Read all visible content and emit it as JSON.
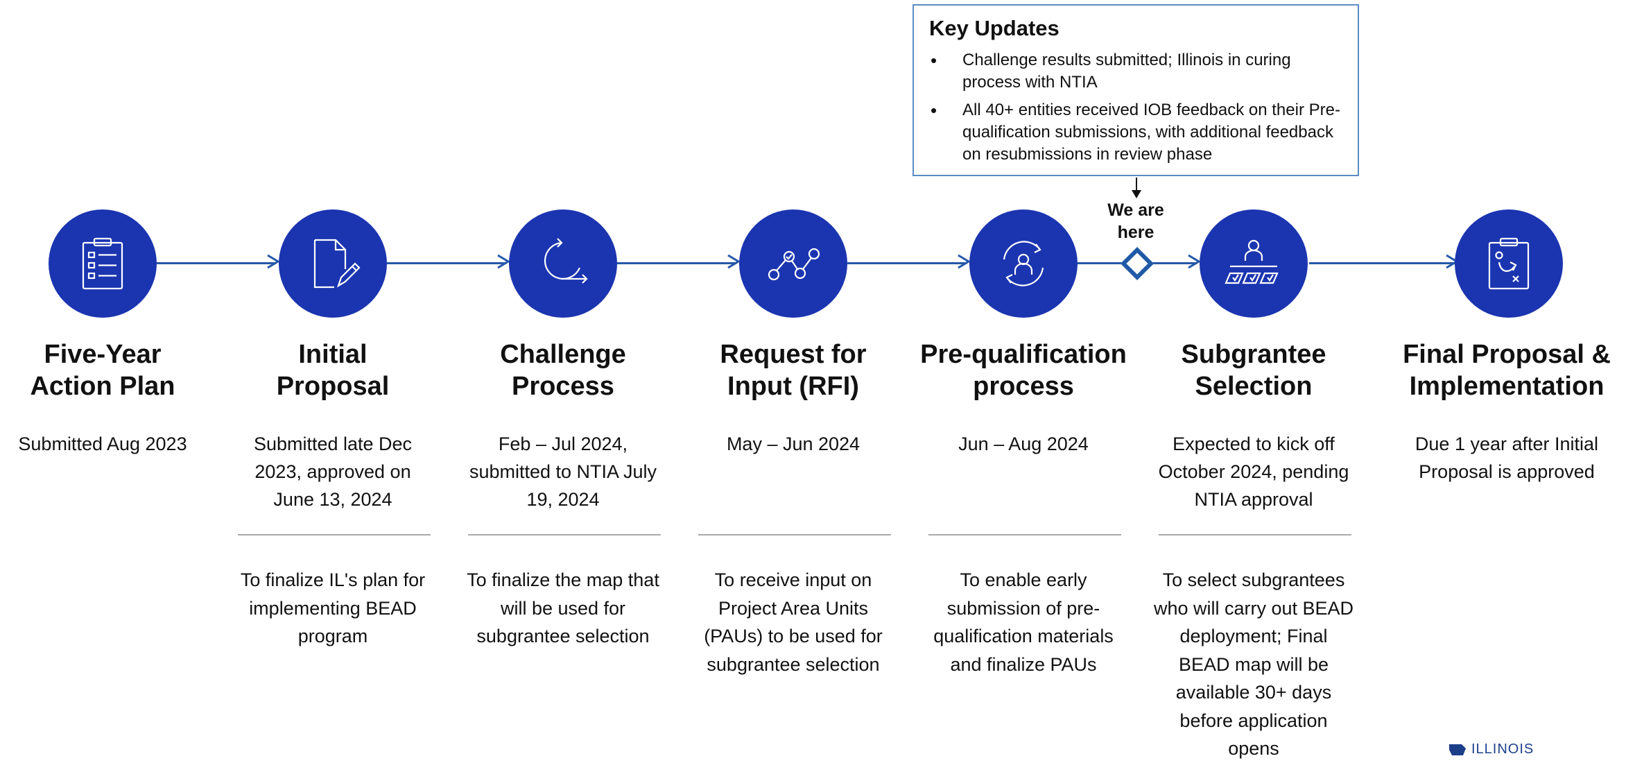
{
  "key_updates": {
    "title": "Key Updates",
    "items": [
      "Challenge results submitted; Illinois in curing process with NTIA",
      "All 40+ entities received IOB feedback on their Pre-qualification submissions, with additional feedback on resubmissions in review phase"
    ]
  },
  "marker": {
    "label_line1": "We are",
    "label_line2": "here"
  },
  "stages": [
    {
      "icon": "clipboard-list-icon",
      "title_line1": "Five-Year",
      "title_line2": "Action Plan",
      "date": "Submitted Aug 2023",
      "goal": ""
    },
    {
      "icon": "document-edit-icon",
      "title_line1": "Initial",
      "title_line2": "Proposal",
      "date": "Submitted late Dec 2023, approved on June 13, 2024",
      "goal": "To finalize IL's plan for implementing BEAD program"
    },
    {
      "icon": "cycle-arrow-icon",
      "title_line1": "Challenge",
      "title_line2": "Process",
      "date": "Feb – Jul 2024, submitted to NTIA July 19, 2024",
      "goal": "To finalize the map that will be used for subgrantee selection"
    },
    {
      "icon": "nodes-path-icon",
      "title_line1": "Request for",
      "title_line2": "Input (RFI)",
      "date": "May – Jun 2024",
      "goal": "To receive input on Project Area Units (PAUs) to be used for subgrantee selection"
    },
    {
      "icon": "user-refresh-icon",
      "title_line1": "Pre-qualification",
      "title_line2": "process",
      "date": "Jun – Aug 2024",
      "goal": "To enable early submission of pre-qualification materials and finalize PAUs"
    },
    {
      "icon": "presenter-checklist-icon",
      "title_line1": "Subgrantee",
      "title_line2": "Selection",
      "date": "Expected to kick off October 2024, pending NTIA approval",
      "goal": "To select subgrantees who will carry out BEAD deployment; Final BEAD map will be available 30+ days before application opens"
    },
    {
      "icon": "strategy-clipboard-icon",
      "title_line1": "Final Proposal &",
      "title_line2": "Implementation",
      "date": "Due 1 year after Initial Proposal is approved",
      "goal": ""
    }
  ],
  "colors": {
    "circle": "#1b35b0",
    "line": "#2558a8",
    "box_border": "#5b8cc6"
  },
  "logo": {
    "text": "ILLINOIS"
  }
}
